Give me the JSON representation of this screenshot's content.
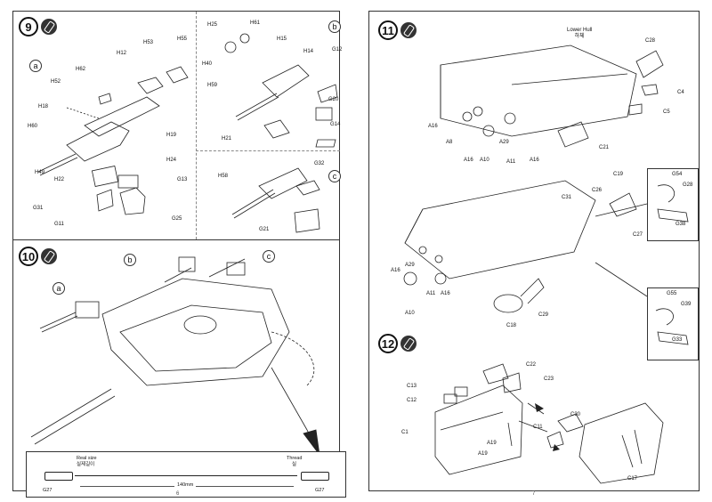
{
  "left_page": {
    "page_number": "6",
    "step9": {
      "number": "9",
      "sub_a": "a",
      "sub_b": "b",
      "sub_c": "c",
      "parts_a": [
        "H52",
        "H62",
        "H12",
        "H53",
        "H55",
        "H18",
        "H60",
        "H19",
        "H24",
        "H49",
        "H22",
        "G13",
        "G31",
        "G25",
        "G11"
      ],
      "parts_b": [
        "H25",
        "H61",
        "H40",
        "H15",
        "H14",
        "G12",
        "H59",
        "G20",
        "G14",
        "H21"
      ],
      "parts_c": [
        "H58",
        "G32",
        "G21"
      ]
    },
    "step10": {
      "number": "10",
      "sub_a": "a",
      "sub_b": "b",
      "sub_c": "c",
      "ruler": {
        "real_size_en": "Real size",
        "real_size_kr": "실제길이",
        "thread_en": "Thread",
        "thread_kr": "실",
        "length": "140mm",
        "part_left": "G27",
        "part_right": "G27"
      }
    }
  },
  "right_page": {
    "page_number": "7",
    "step11": {
      "number": "11",
      "lower_hull_en": "Lower Hull",
      "lower_hull_kr": "하체",
      "parts_top": [
        "C28",
        "C4",
        "C5",
        "A16",
        "A8",
        "A16",
        "A10",
        "A29",
        "A11",
        "A16",
        "C21"
      ],
      "parts_bottom": [
        "C19",
        "C26",
        "C31",
        "C27",
        "G54",
        "G28",
        "G38",
        "A16",
        "A29",
        "A11",
        "A16",
        "A10",
        "C18",
        "C29",
        "G55",
        "G39",
        "G33"
      ]
    },
    "step12": {
      "number": "12",
      "parts": [
        "C22",
        "C13",
        "C23",
        "C12",
        "C1",
        "A19",
        "A19",
        "C30",
        "C11",
        "C17"
      ]
    }
  }
}
